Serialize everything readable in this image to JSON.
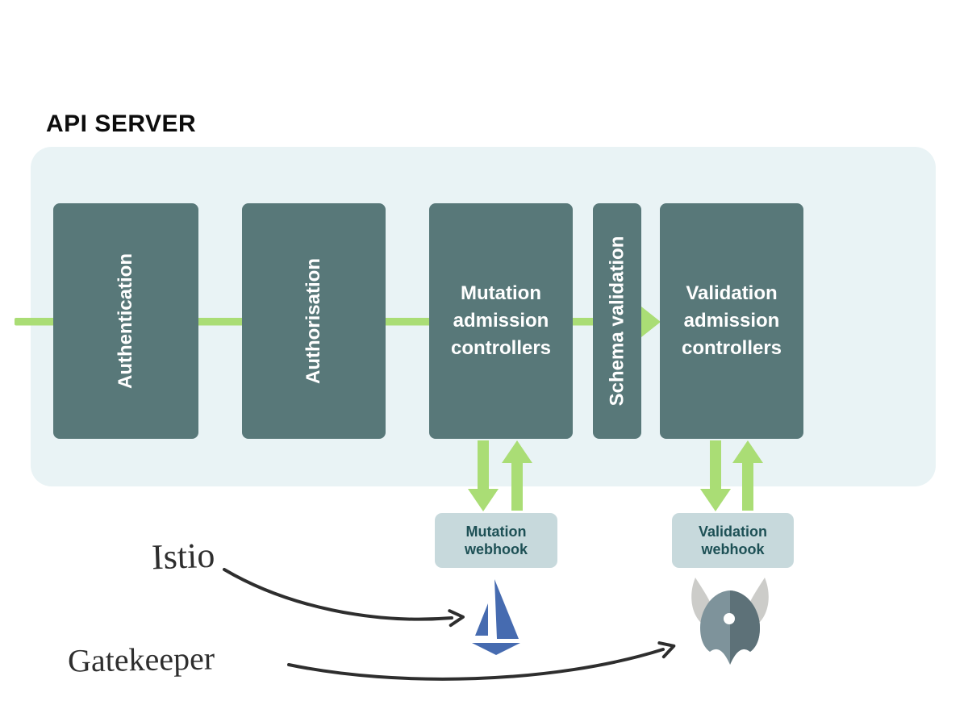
{
  "title": "API SERVER",
  "colors": {
    "title_color": "#0d0d0d",
    "container_bg": "#e9f3f5",
    "box_bg": "#587879",
    "box_text": "#ffffff",
    "flow_green": "#aadd75",
    "webhook_bg": "#c7d9dc",
    "webhook_text": "#1d5055",
    "istio_blue": "#466bb0",
    "gatekeeper_light": "#7e939b",
    "gatekeeper_dark": "#5d7178",
    "gatekeeper_horn": "#ccccc9",
    "annotation_ink": "#2e2e2e"
  },
  "pipeline": {
    "stages": [
      {
        "label": "Authentication"
      },
      {
        "label": "Authorisation"
      },
      {
        "label": "Mutation admission controllers"
      },
      {
        "label": "Schema validation"
      },
      {
        "label": "Validation admission controllers"
      }
    ]
  },
  "webhooks": {
    "mutation": {
      "label": "Mutation webhook"
    },
    "validation": {
      "label": "Validation webhook"
    }
  },
  "annotations": {
    "istio": {
      "label": "Istio"
    },
    "gatekeeper": {
      "label": "Gatekeeper"
    }
  }
}
